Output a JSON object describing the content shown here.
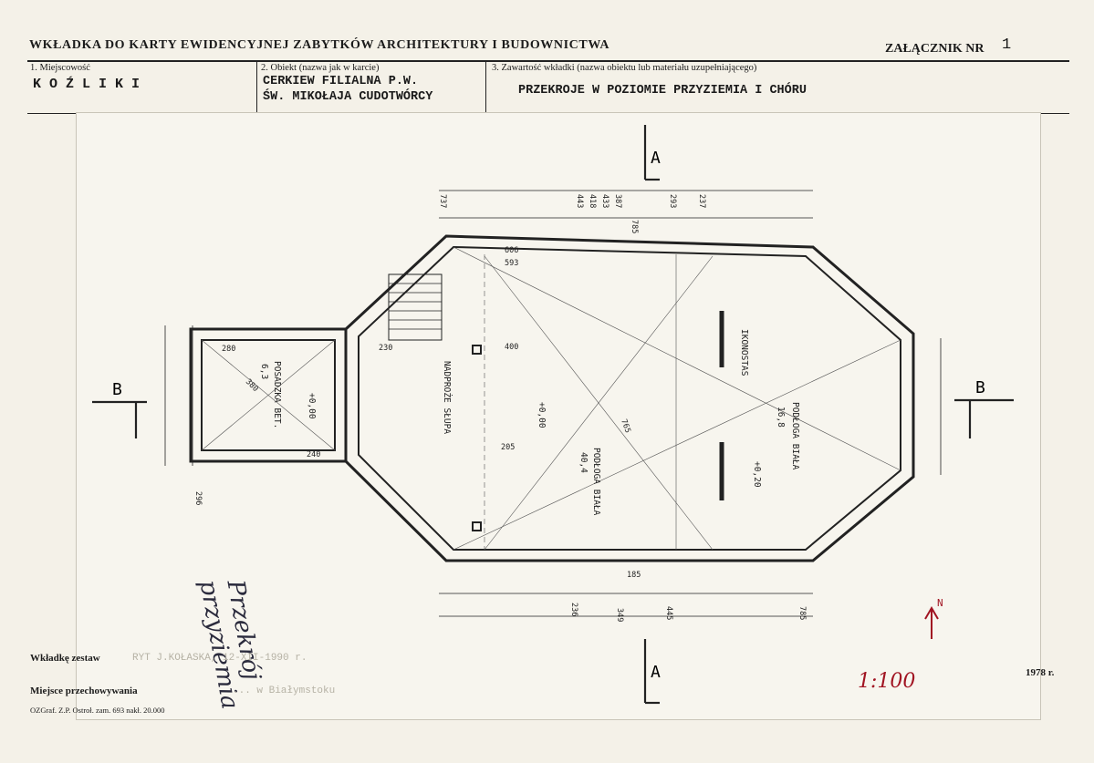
{
  "header": {
    "title": "WKŁADKA DO KARTY EWIDENCYJNEJ ZABYTKÓW ARCHITEKTURY I BUDOWNICTWA",
    "annex_label": "ZAŁĄCZNIK NR",
    "annex_number": "1"
  },
  "fields": {
    "place_label": "1. Miejscowość",
    "place_value": "KOŹLIKI",
    "object_label": "2. Obiekt (nazwa jak w karcie)",
    "object_line1": "CERKIEW FILIALNA P.W.",
    "object_line2": "ŚW. MIKOŁAJA CUDOTWÓRCY",
    "content_label": "3. Zawartość wkładki (nazwa obiektu lub materiału uzupełniającego)",
    "content_value": "PRZEKROJE W POZIOMIE PRZYZIEMIA I CHÓRU"
  },
  "plan": {
    "section_a": "A",
    "section_b": "B",
    "north_label": "N",
    "room_vestibule": "POSADZKA BET.",
    "room_vestibule_area": "6,3",
    "room_vestibule_level": "+0,00",
    "room_nave": "PODŁOGA BIAŁA",
    "room_nave_area": "40,4",
    "room_nave_level": "+0,00",
    "room_sanctuary": "PODŁOGA BIAŁA",
    "room_sanctuary_area": "16,8",
    "room_sanctuary_level": "+0,20",
    "iconostasis": "IKONOSTAS",
    "beam_note": "NADPROŻE SŁUPA",
    "dims_top": [
      "737",
      "443",
      "418",
      "433",
      "387",
      "785",
      "293",
      "237"
    ],
    "dims_bottom": [
      "296",
      "236",
      "349",
      "445",
      "785"
    ],
    "dims_inner": [
      "606",
      "593",
      "400",
      "205",
      "765",
      "185",
      "280",
      "380",
      "240",
      "230"
    ]
  },
  "footer": {
    "made_label": "Wkładkę zestaw",
    "made_value": "RYT J.KOŁASKA, 12-XII-1990 r.",
    "place_label": "Miejsce przechowywania",
    "place_value": "... w Białymstoku",
    "printer": "OZGraf. Z.P. Ostroł. zam. 693 nakł. 20.000",
    "year": "1978 r.",
    "scale": "1:100",
    "handwritten_line1": "Przekrój",
    "handwritten_line2": "przyziemia"
  }
}
